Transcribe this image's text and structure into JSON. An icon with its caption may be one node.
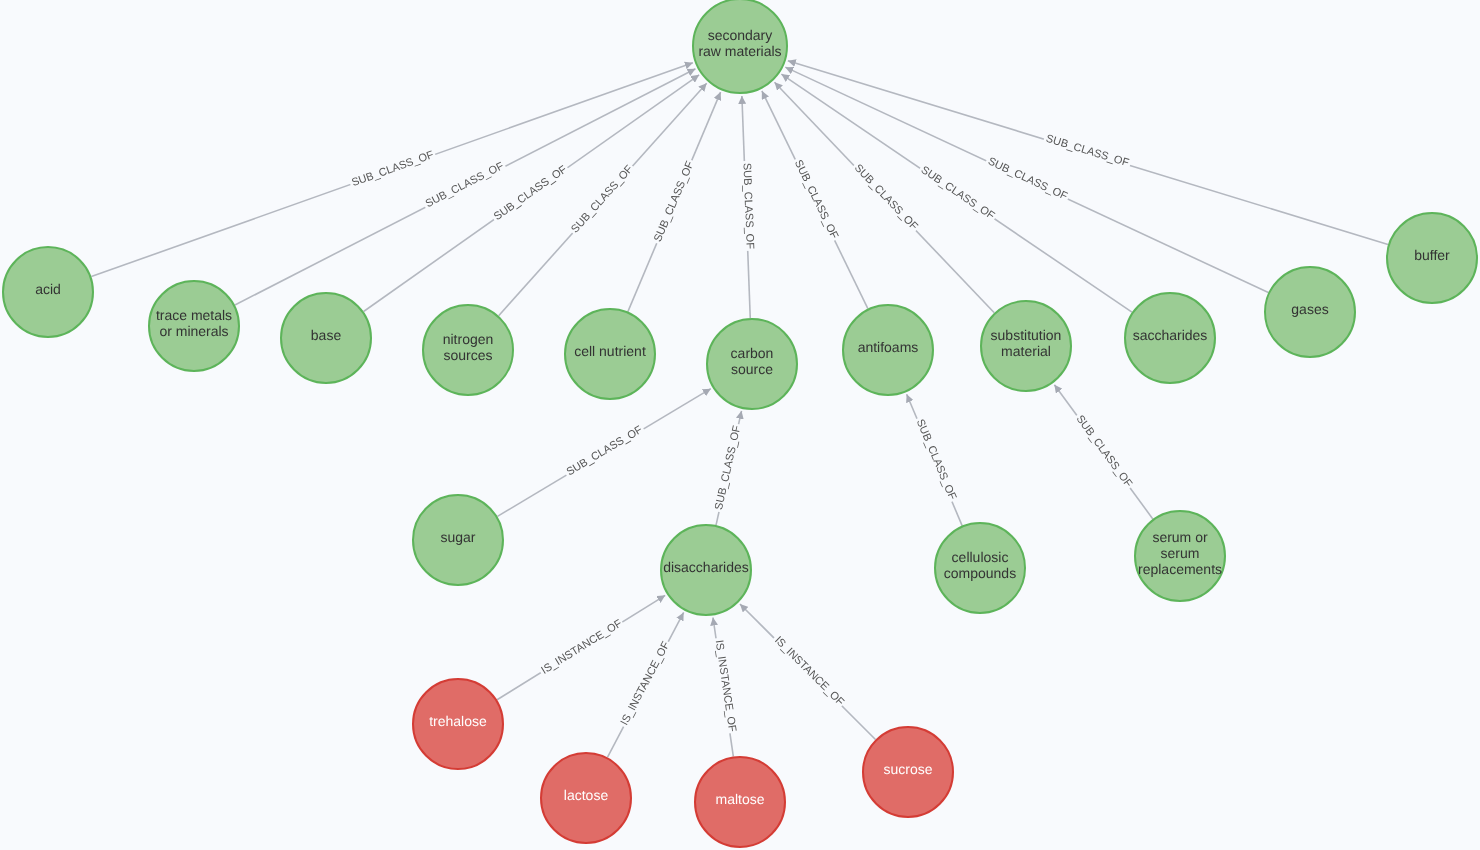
{
  "diagram": {
    "nodes": [
      {
        "text": [
          "secondary raw materials"
        ]
      },
      {
        "text": [
          "acid"
        ]
      },
      {
        "text": [
          "trace metals or minerals"
        ]
      },
      {
        "text": [
          "base"
        ]
      },
      {
        "text": [
          "nitrogen sources"
        ]
      },
      {
        "text": [
          "cell nutrient"
        ]
      },
      {
        "text": [
          "carbon source"
        ]
      },
      {
        "text": [
          "antifoams"
        ]
      },
      {
        "text": [
          "substitution material"
        ]
      },
      {
        "text": [
          "saccharides"
        ]
      },
      {
        "text": [
          "gases"
        ]
      },
      {
        "text": [
          "buffer"
        ]
      },
      {
        "text": [
          "sugar"
        ]
      },
      {
        "text": [
          "disaccharides"
        ]
      },
      {
        "text": [
          "cellulosic compounds"
        ]
      },
      {
        "text": [
          "serum or serum replacements"
        ]
      },
      {
        "text": [
          "trehalose"
        ]
      },
      {
        "text": [
          "lactose"
        ]
      },
      {
        "text": [
          "maltose"
        ]
      },
      {
        "text": [
          "sucrose"
        ]
      }
    ],
    "edges": [
      {
        "from": 1,
        "to": 0,
        "arrow": "to",
        "label": "SUB_CLASS_OF"
      },
      {
        "from": 2,
        "to": 0,
        "arrow": "to",
        "label": "SUB_CLASS_OF"
      },
      {
        "from": 3,
        "to": 0,
        "arrow": "to",
        "label": "SUB_CLASS_OF"
      },
      {
        "from": 4,
        "to": 0,
        "arrow": "to",
        "label": "SUB_CLASS_OF"
      },
      {
        "from": 5,
        "to": 0,
        "arrow": "to",
        "label": "SUB_CLASS_OF"
      },
      {
        "from": 6,
        "to": 0,
        "arrow": "to",
        "label": "SUB_CLASS_OF"
      },
      {
        "from": 7,
        "to": 0,
        "arrow": "to",
        "label": "SUB_CLASS_OF"
      },
      {
        "from": 8,
        "to": 0,
        "arrow": "to",
        "label": "SUB_CLASS_OF"
      },
      {
        "from": 9,
        "to": 0,
        "arrow": "to",
        "label": "SUB_CLASS_OF"
      },
      {
        "from": 10,
        "to": 0,
        "arrow": "to",
        "label": "SUB_CLASS_OF"
      },
      {
        "from": 11,
        "to": 0,
        "arrow": "to",
        "label": "SUB_CLASS_OF"
      },
      {
        "from": 12,
        "to": 6,
        "arrow": "to",
        "label": "SUB_CLASS_OF"
      },
      {
        "from": 13,
        "to": 6,
        "arrow": "to",
        "label": "SUB_CLASS_OF"
      },
      {
        "from": 14,
        "to": 7,
        "arrow": "to",
        "label": "SUB_CLASS_OF"
      },
      {
        "from": 15,
        "to": 8,
        "arrow": "to",
        "label": "SUB_CLASS_OF"
      },
      {
        "from": 16,
        "to": 13,
        "arrow": "to",
        "label": "IS_INSTANCE_OF"
      },
      {
        "from": 17,
        "to": 13,
        "arrow": "to",
        "label": "IS_INSTANCE_OF"
      },
      {
        "from": 18,
        "to": 13,
        "arrow": "to",
        "label": "IS_INSTANCE_OF"
      },
      {
        "from": 19,
        "to": 13,
        "arrow": "to",
        "label": "IS_INSTANCE_OF"
      }
    ]
  }
}
